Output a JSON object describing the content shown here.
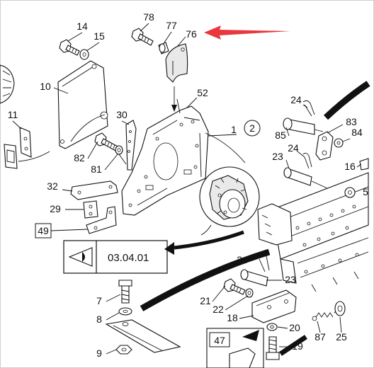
{
  "callouts": {
    "c14": "14",
    "c15": "15",
    "c78": "78",
    "c77": "77",
    "c76": "76",
    "c10": "10",
    "c11": "11",
    "c30": "30",
    "c52": "52",
    "c82": "82",
    "c81": "81",
    "c1": "1",
    "c2": "2",
    "c24a": "24",
    "c83": "83",
    "c85": "85",
    "c84": "84",
    "c23a": "23",
    "c24b": "24",
    "c16": "16",
    "c5": "5",
    "c32": "32",
    "c29": "29",
    "c49": "49",
    "c24c": "24",
    "c23b": "23",
    "c21": "21",
    "c22": "22",
    "c18": "18",
    "c20": "20",
    "c87": "87",
    "c25": "25",
    "c19": "19",
    "c7": "7",
    "c8": "8",
    "c9": "9",
    "c47": "47"
  },
  "reference_box": {
    "label": "03.04.01"
  },
  "colors": {
    "arrow": "#e8383d",
    "ink": "#111111"
  }
}
